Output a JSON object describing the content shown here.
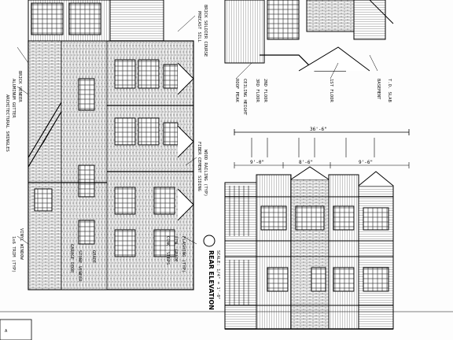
{
  "sheet": {
    "title": "REAR ELEVATION",
    "scale": "SCALE: 1/4\" = 1'-0\"",
    "dimension_overall": "36'-6\"",
    "dimension_left": "9'-0\"",
    "dimension_mid": "8'-6\"",
    "dimension_right": "9'-6\"",
    "sheet_number": "A"
  },
  "notes_left": [
    "ARCHITECTURAL SHINGLES",
    "ALUMINUM GUTTER",
    "BRICK VENEER",
    "1x6 TRIM (TYP)",
    "VINYL WINDOW",
    "PRECAST SILL",
    "BRICK SOLDIER COURSE",
    "FIBER CEMENT SIDING",
    "WOOD RAILING (TYP)",
    "CONC. STEPS",
    "FIN. GRADE",
    "FLASHING (TYP)",
    "GARAGE DOOR",
    "STONE VENEER",
    "GRADE"
  ],
  "notes_right": [
    "ROOF PEAK",
    "CEILING HEIGHT",
    "3RD FLOOR",
    "2ND FLOOR",
    "1ST FLOOR",
    "BASEMENT",
    "T.O. SLAB"
  ]
}
